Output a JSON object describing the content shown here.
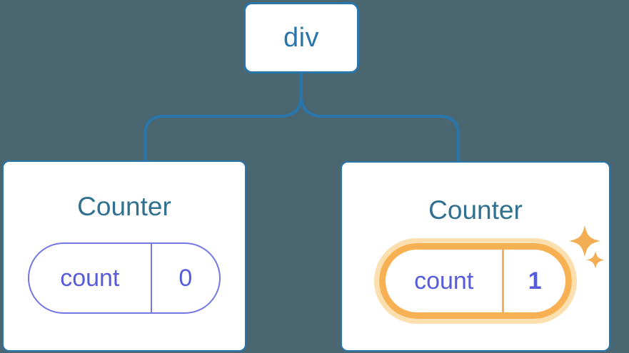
{
  "diagram": {
    "description": "Component tree: a div root element with two Counter children; the second Counter's state was updated",
    "background_color": "#4a6671",
    "root_node": {
      "label": "div"
    },
    "children": [
      {
        "title": "Counter",
        "state_key": "count",
        "state_value": "0",
        "highlighted": false
      },
      {
        "title": "Counter",
        "state_key": "count",
        "state_value": "1",
        "highlighted": true
      }
    ],
    "colors": {
      "node_blue": "#2a76ab",
      "counter_title": "#31708f",
      "state_text_purple": "#575cd9",
      "state_border_purple": "#7378e2",
      "highlight_orange": "#f7b152",
      "highlight_halo": "#fbdfae",
      "sparkle_orange": "#f3ae53",
      "card_background": "#ffffff"
    }
  }
}
